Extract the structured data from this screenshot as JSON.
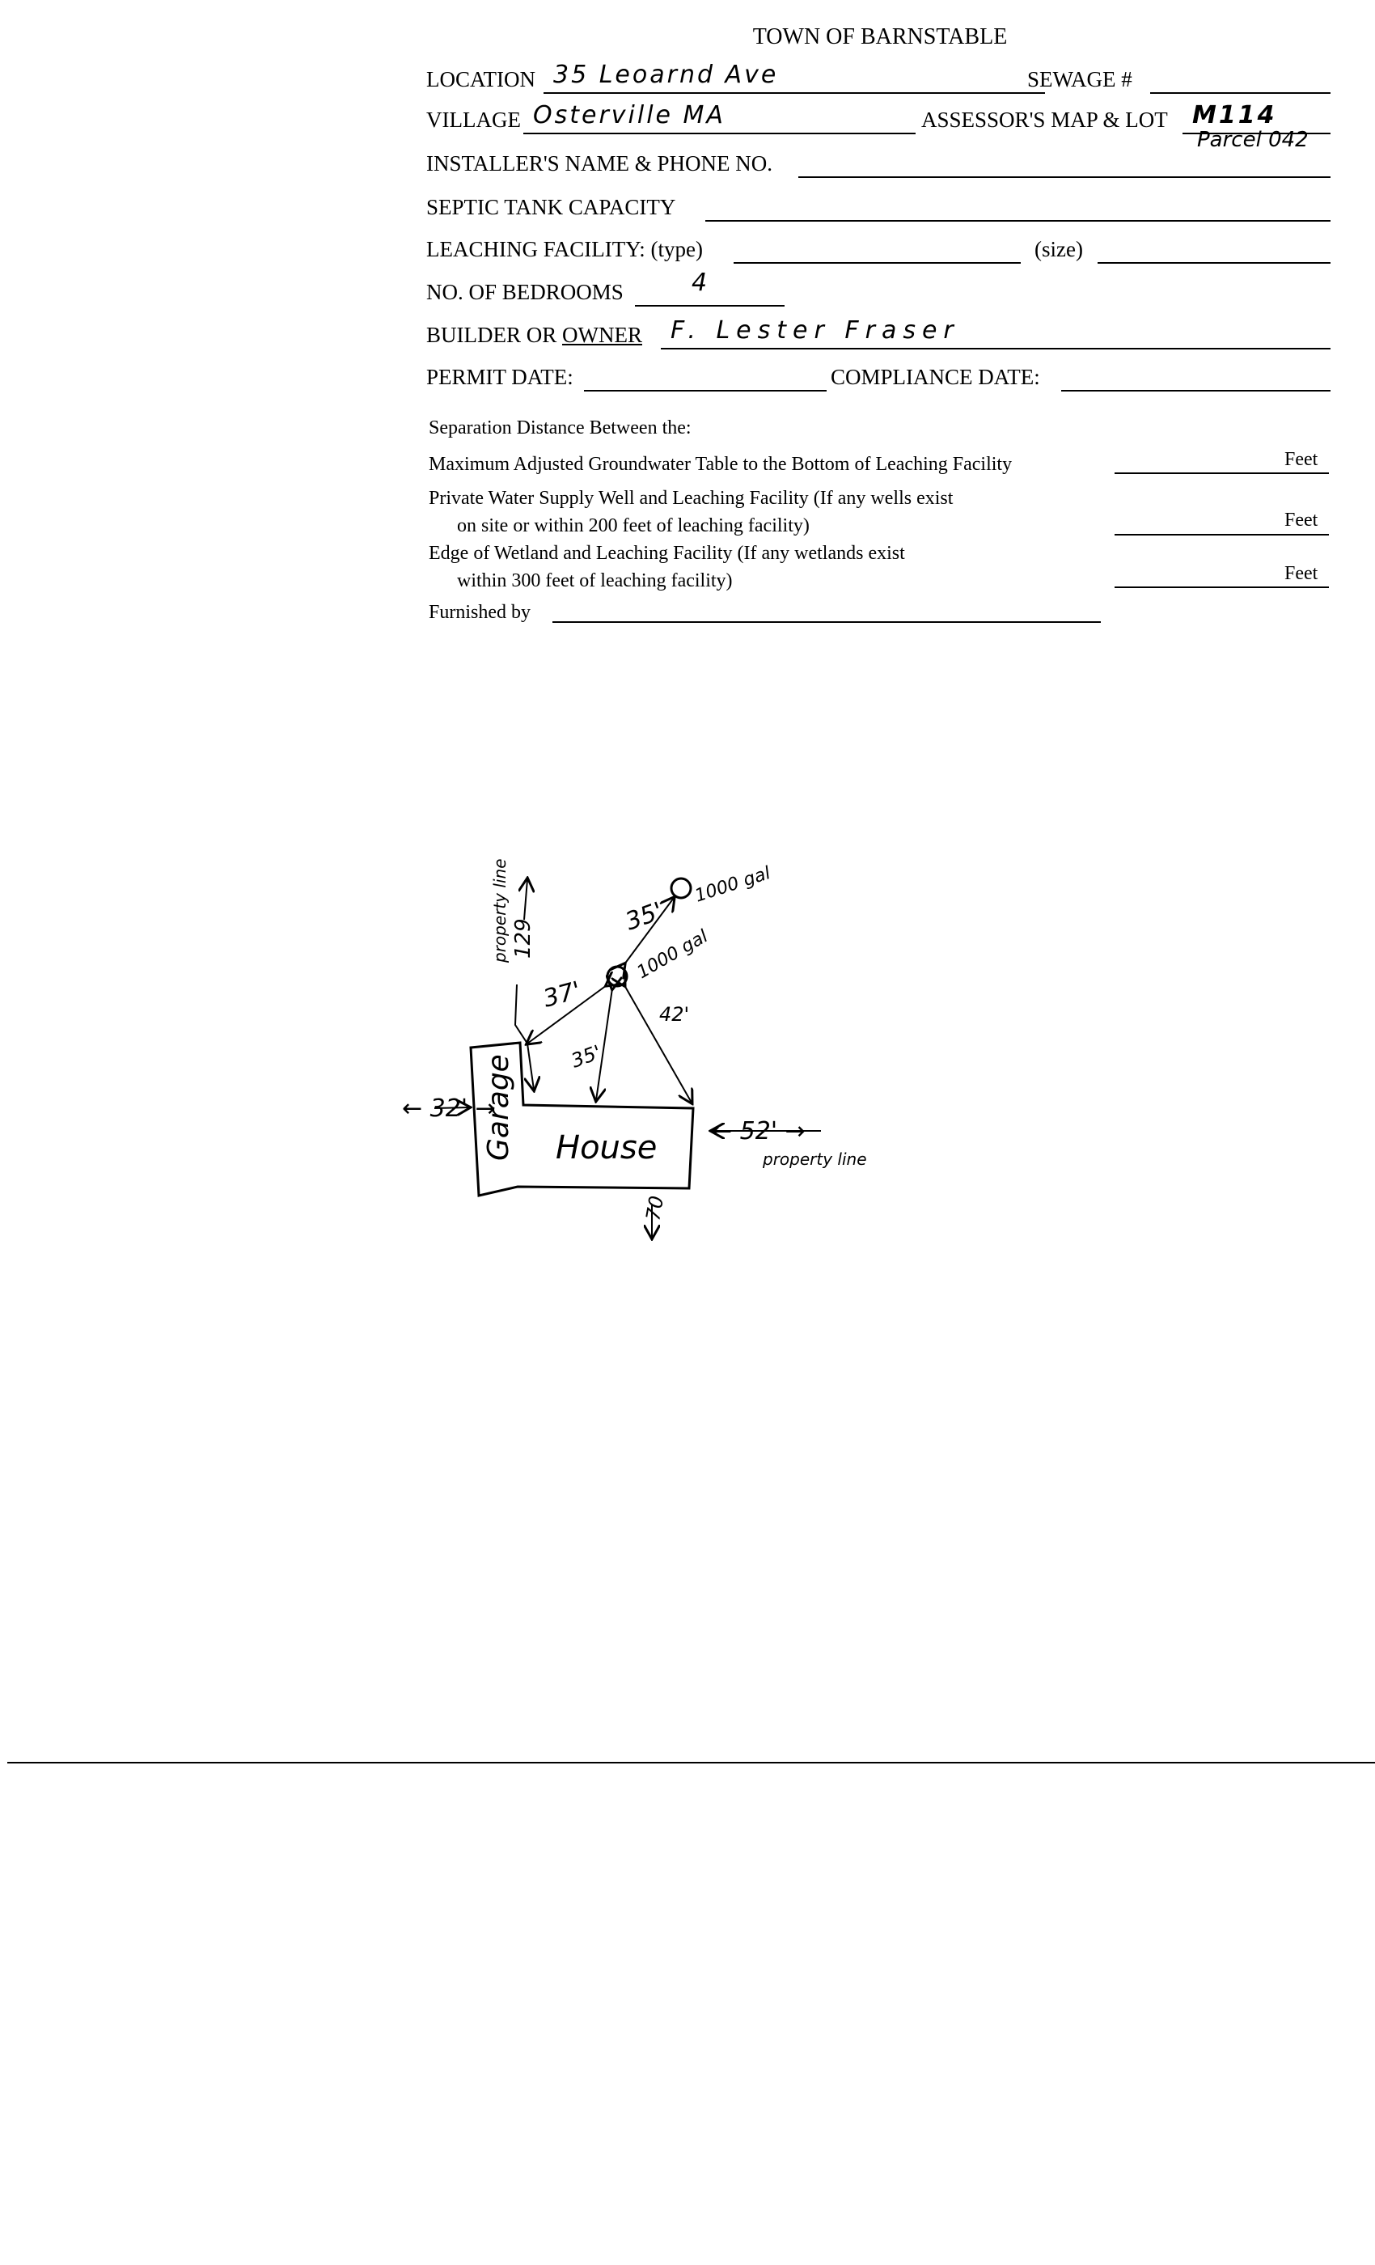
{
  "form": {
    "title": "TOWN OF BARNSTABLE",
    "location_label": "LOCATION",
    "location_value": "35 Leoarnd Ave",
    "sewage_label": "SEWAGE #",
    "village_label": "VILLAGE",
    "village_value": "Osterville MA",
    "assessor_label": "ASSESSOR'S MAP & LOT",
    "assessor_value": "M114",
    "parcel_value": "Parcel 042",
    "installer_label": "INSTALLER'S NAME & PHONE NO.",
    "septic_label": "SEPTIC TANK CAPACITY",
    "leaching_type_label": "LEACHING FACILITY: (type)",
    "leaching_size_label": "(size)",
    "bedrooms_label": "NO. OF BEDROOMS",
    "bedrooms_value": "4",
    "builder_label_1": "BUILDER OR ",
    "builder_label_2": "OWNER",
    "builder_value": "F. Lester Fraser",
    "permit_label": "PERMIT DATE:",
    "compliance_label": "COMPLIANCE  DATE:"
  },
  "separation": {
    "heading": "Separation Distance Between the:",
    "item1": "Maximum Adjusted Groundwater Table to the Bottom of Leaching Facility",
    "item2a": "Private Water Supply Well and Leaching Facility  (If any wells exist",
    "item2b": "on site or within 200 feet of leaching facility)",
    "item3a": "Edge of Wetland and Leaching Facility (If any wetlands exist",
    "item3b": "within 300 feet of leaching facility)",
    "feet": "Feet",
    "furnished_label": "Furnished by"
  },
  "sketch": {
    "tank1": "1000 gal",
    "tank2": "1000 gal",
    "d_tanks": "35'",
    "d_37": "37'",
    "d_35": "35'",
    "d_42": "42'",
    "garage": "Garage",
    "house": "House",
    "left": "← 32' →",
    "right": "←  52'  →",
    "property_line_right": "property line",
    "property_line_top": "property line",
    "top_distance": "129",
    "bottom_distance": "70"
  }
}
